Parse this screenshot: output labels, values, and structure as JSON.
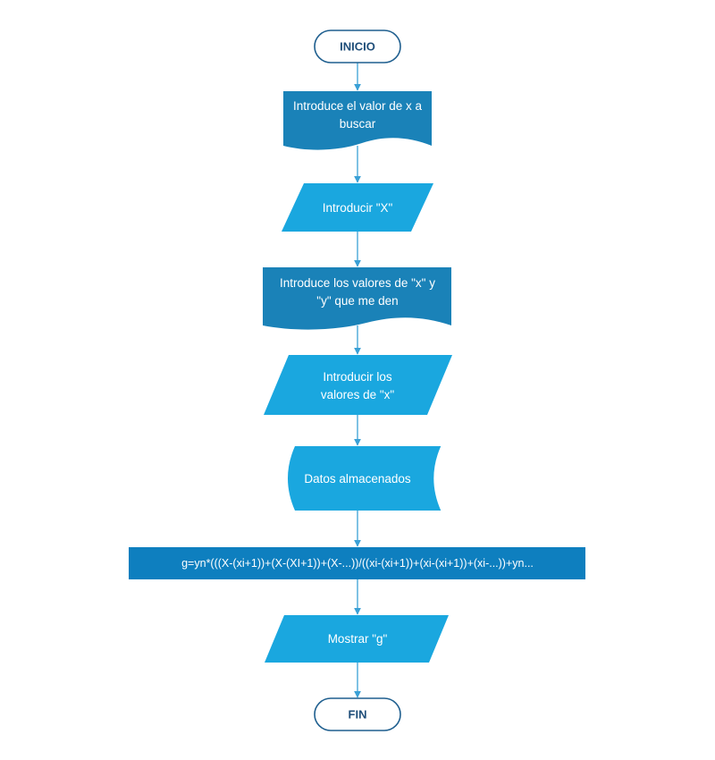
{
  "colors": {
    "dark_blue": "#1a82b8",
    "light_blue": "#1aa7df",
    "process_blue": "#0e7fbf",
    "terminal_border": "#1f5f8f",
    "terminal_text": "#1f4e79",
    "connector": "#3aa0d6"
  },
  "flowchart": {
    "start": "INICIO",
    "doc_x": [
      "Introduce el valor de x a",
      "buscar"
    ],
    "input_x": "Introducir \"X\"",
    "doc_xy": [
      "Introduce los valores de \"x\" y",
      "\"y\" que me den"
    ],
    "input_values": [
      "Introducir los",
      "valores de \"x\""
    ],
    "storage": "Datos almacenados",
    "process": "g=yn*(((X-(xi+1))+(X-(XI+1))+(X-...))/((xi-(xi+1))+(xi-(xi+1))+(xi-...))+yn...",
    "output": "Mostrar \"g\"",
    "end": "FIN"
  }
}
